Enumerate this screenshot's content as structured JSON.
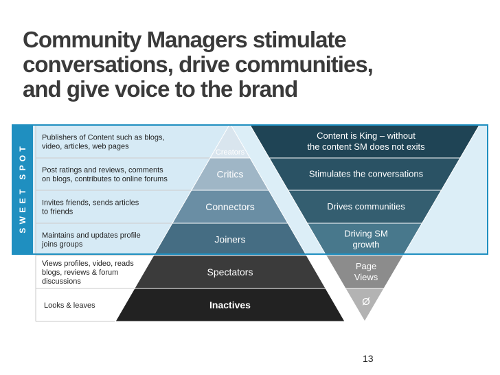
{
  "title": {
    "line1": "Community Managers stimulate",
    "line2": "conversations, drive communities,",
    "line3": "and give voice to the brand"
  },
  "sweet_spot_label": "S W E E T   S P O T",
  "rows": [
    {
      "description": [
        "Publishers of Content such as blogs,",
        "video, articles, web pages"
      ],
      "pyramid_label": "Creators",
      "role": [
        "Content is King – without",
        "the content SM does not exits"
      ]
    },
    {
      "description": [
        "Post ratings and reviews, comments",
        "on blogs, contributes to online forums"
      ],
      "pyramid_label": "Critics",
      "role": [
        "Stimulates the conversations"
      ]
    },
    {
      "description": [
        "Invites friends, sends articles",
        "to friends"
      ],
      "pyramid_label": "Connectors",
      "role": [
        "Drives communities"
      ]
    },
    {
      "description": [
        "Maintains and updates profile",
        "joins groups"
      ],
      "pyramid_label": "Joiners",
      "role": [
        "Driving SM",
        "growth"
      ]
    },
    {
      "description": [
        "Views profiles, video, reads",
        "blogs, reviews & forum",
        "discussions"
      ],
      "pyramid_label": "Spectators",
      "role": [
        "Page",
        "Views"
      ]
    },
    {
      "description": [
        "Looks & leaves"
      ],
      "pyramid_label": "Inactives",
      "role": [
        "Ø"
      ]
    }
  ],
  "page_number": "13",
  "colors": {
    "sweet_spot_band": "#1f8fc0",
    "sweet_spot_fill": "#dceef7",
    "pyramid": [
      "#d9e5ee",
      "#9fb6c6",
      "#6a8ea4",
      "#456d83",
      "#3b3b3b",
      "#222222"
    ],
    "inverted": [
      "#1f4455",
      "#2a5264",
      "#345e70",
      "#48788c",
      "#8c8c8c",
      "#b3b3b3"
    ]
  }
}
